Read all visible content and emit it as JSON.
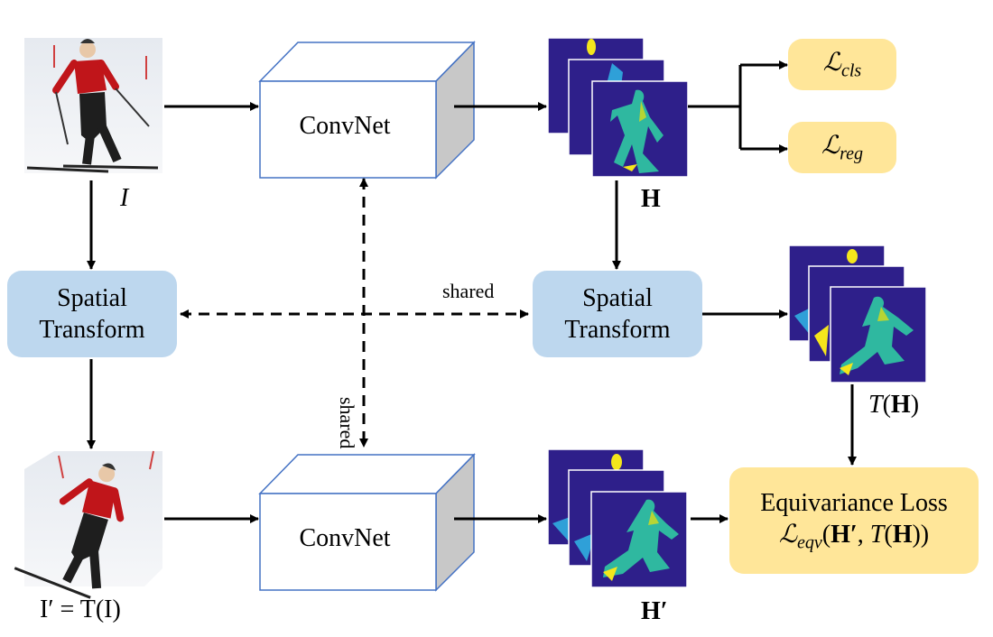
{
  "convnet_label": "ConvNet",
  "spatial_transform_line1": "Spatial",
  "spatial_transform_line2": "Transform",
  "shared_label": "shared",
  "loss_cls": "ℒ",
  "loss_cls_sub": "cls",
  "loss_reg": "ℒ",
  "loss_reg_sub": "reg",
  "equivariance_line1": "Equivariance Loss",
  "equivariance_symbol": "ℒ",
  "equivariance_sub": "eqv",
  "equivariance_args_open": "(",
  "equivariance_arg1": "H′",
  "equivariance_sep": ", ",
  "equivariance_T": "T",
  "equivariance_arg2_open": "(",
  "equivariance_arg2": "H",
  "equivariance_arg2_close": "))",
  "label_I": "I",
  "label_Iprime": "I′ = T(I)",
  "label_H": "H",
  "label_Hprime": "H′",
  "label_TH_T": "T",
  "label_TH_open": "(",
  "label_TH_H": "H",
  "label_TH_close": ")",
  "colors": {
    "spatial_box": "#bdd7ee",
    "loss_box": "#ffe699",
    "cube_edge": "#4472c4",
    "cube_side": "#c8c8c8",
    "heatmap_bg": "#2e1f8a",
    "heatmap_body": "#2fb8a0",
    "heatmap_hi": "#f4e61c"
  }
}
